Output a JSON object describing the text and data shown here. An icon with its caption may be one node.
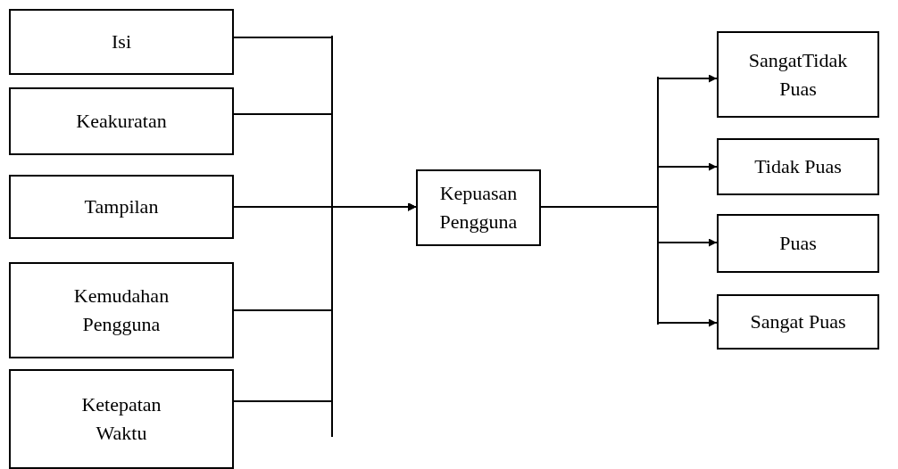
{
  "diagram": {
    "nodes": [
      {
        "text": [
          "Isi"
        ]
      },
      {
        "text": [
          "Keakuratan"
        ]
      },
      {
        "text": [
          "Tampilan"
        ]
      },
      {
        "text": [
          "Kemudahan Pengguna"
        ]
      },
      {
        "text": [
          "Ketepatan Waktu"
        ]
      },
      {
        "text": [
          "Kepuasan Pengguna"
        ]
      },
      {
        "text": [
          "SangatTidak Puas"
        ]
      },
      {
        "text": [
          "Tidak Puas"
        ]
      },
      {
        "text": [
          "Puas"
        ]
      },
      {
        "text": [
          "Sangat Puas"
        ]
      }
    ],
    "edges": [
      {
        "from": 0,
        "to": 5,
        "arrow": "to"
      },
      {
        "from": 1,
        "to": 5,
        "arrow": "to"
      },
      {
        "from": 2,
        "to": 5,
        "arrow": "to"
      },
      {
        "from": 3,
        "to": 5,
        "arrow": "to"
      },
      {
        "from": 4,
        "to": 5,
        "arrow": "to"
      },
      {
        "from": 5,
        "to": 6,
        "arrow": "to"
      },
      {
        "from": 5,
        "to": 7,
        "arrow": "to"
      },
      {
        "from": 5,
        "to": 8,
        "arrow": "to"
      },
      {
        "from": 5,
        "to": 9,
        "arrow": "to"
      }
    ]
  }
}
